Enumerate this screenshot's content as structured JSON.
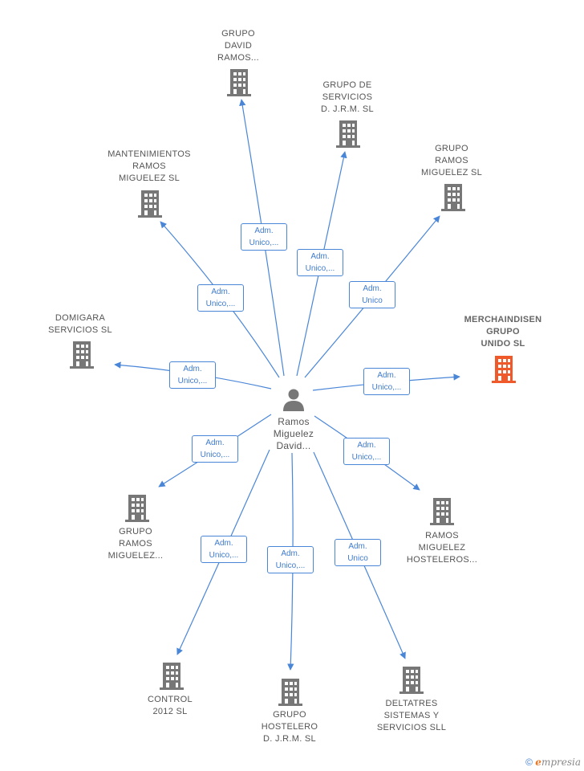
{
  "colors": {
    "edge": "#4a86d8",
    "building": "#777777",
    "building_highlight": "#f05a2a",
    "person": "#777777"
  },
  "center": {
    "icon": "person-icon",
    "label": [
      "Ramos",
      "Miguelez",
      "David..."
    ]
  },
  "companies": [
    {
      "id": "grupo-david-ramos",
      "label": [
        "GRUPO",
        "DAVID",
        "RAMOS..."
      ],
      "icon": "building-icon"
    },
    {
      "id": "grupo-de-servicios-djrm",
      "label": [
        "GRUPO DE",
        "SERVICIOS",
        "D. J.R.M.  SL"
      ],
      "icon": "building-icon"
    },
    {
      "id": "grupo-ramos-miguelez-sl",
      "label": [
        "GRUPO",
        "RAMOS",
        "MIGUELEZ SL"
      ],
      "icon": "building-icon"
    },
    {
      "id": "mantenimientos-ramos-miguelez",
      "label": [
        "MANTENIMIENTOS",
        "RAMOS",
        "MIGUELEZ  SL"
      ],
      "icon": "building-icon"
    },
    {
      "id": "domigara-servicios",
      "label": [
        "DOMIGARA",
        "SERVICIOS  SL"
      ],
      "icon": "building-icon"
    },
    {
      "id": "merchaindisen-grupo-unido",
      "label": [
        "MERCHAINDISEN",
        "GRUPO",
        "UNIDO  SL"
      ],
      "icon": "building-icon",
      "highlight": true
    },
    {
      "id": "grupo-ramos-miguelez-2",
      "label": [
        "GRUPO",
        "RAMOS",
        "MIGUELEZ..."
      ],
      "icon": "building-icon"
    },
    {
      "id": "ramos-miguelez-hosteleros",
      "label": [
        "RAMOS",
        "MIGUELEZ",
        "HOSTELEROS..."
      ],
      "icon": "building-icon"
    },
    {
      "id": "control-2012",
      "label": [
        "CONTROL",
        "2012 SL"
      ],
      "icon": "building-icon"
    },
    {
      "id": "grupo-hostelero-djrm",
      "label": [
        "GRUPO",
        "HOSTELERO",
        "D. J.R.M.  SL"
      ],
      "icon": "building-icon"
    },
    {
      "id": "deltatres-sistemas",
      "label": [
        "DELTATRES",
        "SISTEMAS Y",
        "SERVICIOS SLL"
      ],
      "icon": "building-icon"
    }
  ],
  "edges": [
    {
      "to": "grupo-david-ramos",
      "label": [
        "Adm.",
        "Unico,..."
      ]
    },
    {
      "to": "grupo-de-servicios-djrm",
      "label": [
        "Adm.",
        "Unico,..."
      ]
    },
    {
      "to": "grupo-ramos-miguelez-sl",
      "label": [
        "Adm.",
        "Unico"
      ]
    },
    {
      "to": "mantenimientos-ramos-miguelez",
      "label": [
        "Adm.",
        "Unico,..."
      ]
    },
    {
      "to": "domigara-servicios",
      "label": [
        "Adm.",
        "Unico,..."
      ]
    },
    {
      "to": "merchaindisen-grupo-unido",
      "label": [
        "Adm.",
        "Unico,..."
      ]
    },
    {
      "to": "grupo-ramos-miguelez-2",
      "label": [
        "Adm.",
        "Unico,..."
      ]
    },
    {
      "to": "ramos-miguelez-hosteleros",
      "label": [
        "Adm.",
        "Unico,..."
      ]
    },
    {
      "to": "control-2012",
      "label": [
        "Adm.",
        "Unico,..."
      ]
    },
    {
      "to": "grupo-hostelero-djrm",
      "label": [
        "Adm.",
        "Unico,..."
      ]
    },
    {
      "to": "deltatres-sistemas",
      "label": [
        "Adm.",
        "Unico"
      ]
    }
  ],
  "footer": {
    "copyright": "©",
    "brand_initial": "e",
    "brand_rest": "mpresia"
  }
}
